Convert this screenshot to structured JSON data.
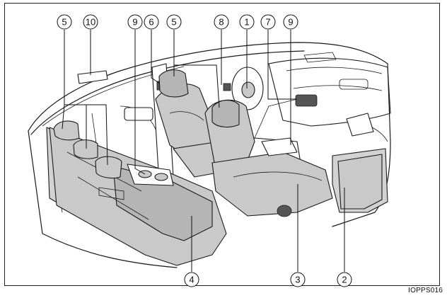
{
  "figure_code": "IOPPS016",
  "callouts": [
    {
      "id": "c5a",
      "label": "5"
    },
    {
      "id": "c10",
      "label": "10"
    },
    {
      "id": "c9a",
      "label": "9"
    },
    {
      "id": "c6",
      "label": "6"
    },
    {
      "id": "c5b",
      "label": "5"
    },
    {
      "id": "c8",
      "label": "8"
    },
    {
      "id": "c1",
      "label": "1"
    },
    {
      "id": "c7",
      "label": "7"
    },
    {
      "id": "c9b",
      "label": "9"
    },
    {
      "id": "c4",
      "label": "4"
    },
    {
      "id": "c3",
      "label": "3"
    },
    {
      "id": "c2",
      "label": "2"
    }
  ]
}
